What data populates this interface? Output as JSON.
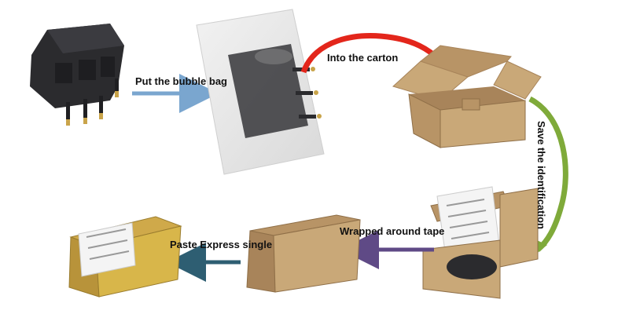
{
  "steps": {
    "bubble_bag": "Put the bubble bag",
    "carton": "Into the carton",
    "identification": "Save the identification",
    "tape": "Wrapped around tape",
    "express": "Paste Express single"
  },
  "colors": {
    "arrow_blue": "#7aa6cf",
    "arrow_red": "#e3261b",
    "arrow_green": "#7faa3a",
    "arrow_purple": "#5f4a86",
    "arrow_teal": "#2e5e72",
    "cardboard": "#c9a878",
    "cardboard_dark": "#a8845a",
    "tape_yellow": "#d8b64a",
    "coil_black": "#2b2b2e"
  },
  "icons": [
    "ignition-coil-icon",
    "bubble-bag-icon",
    "open-carton-icon",
    "carton-with-label-icon",
    "closed-box-icon",
    "shipping-box-icon"
  ]
}
